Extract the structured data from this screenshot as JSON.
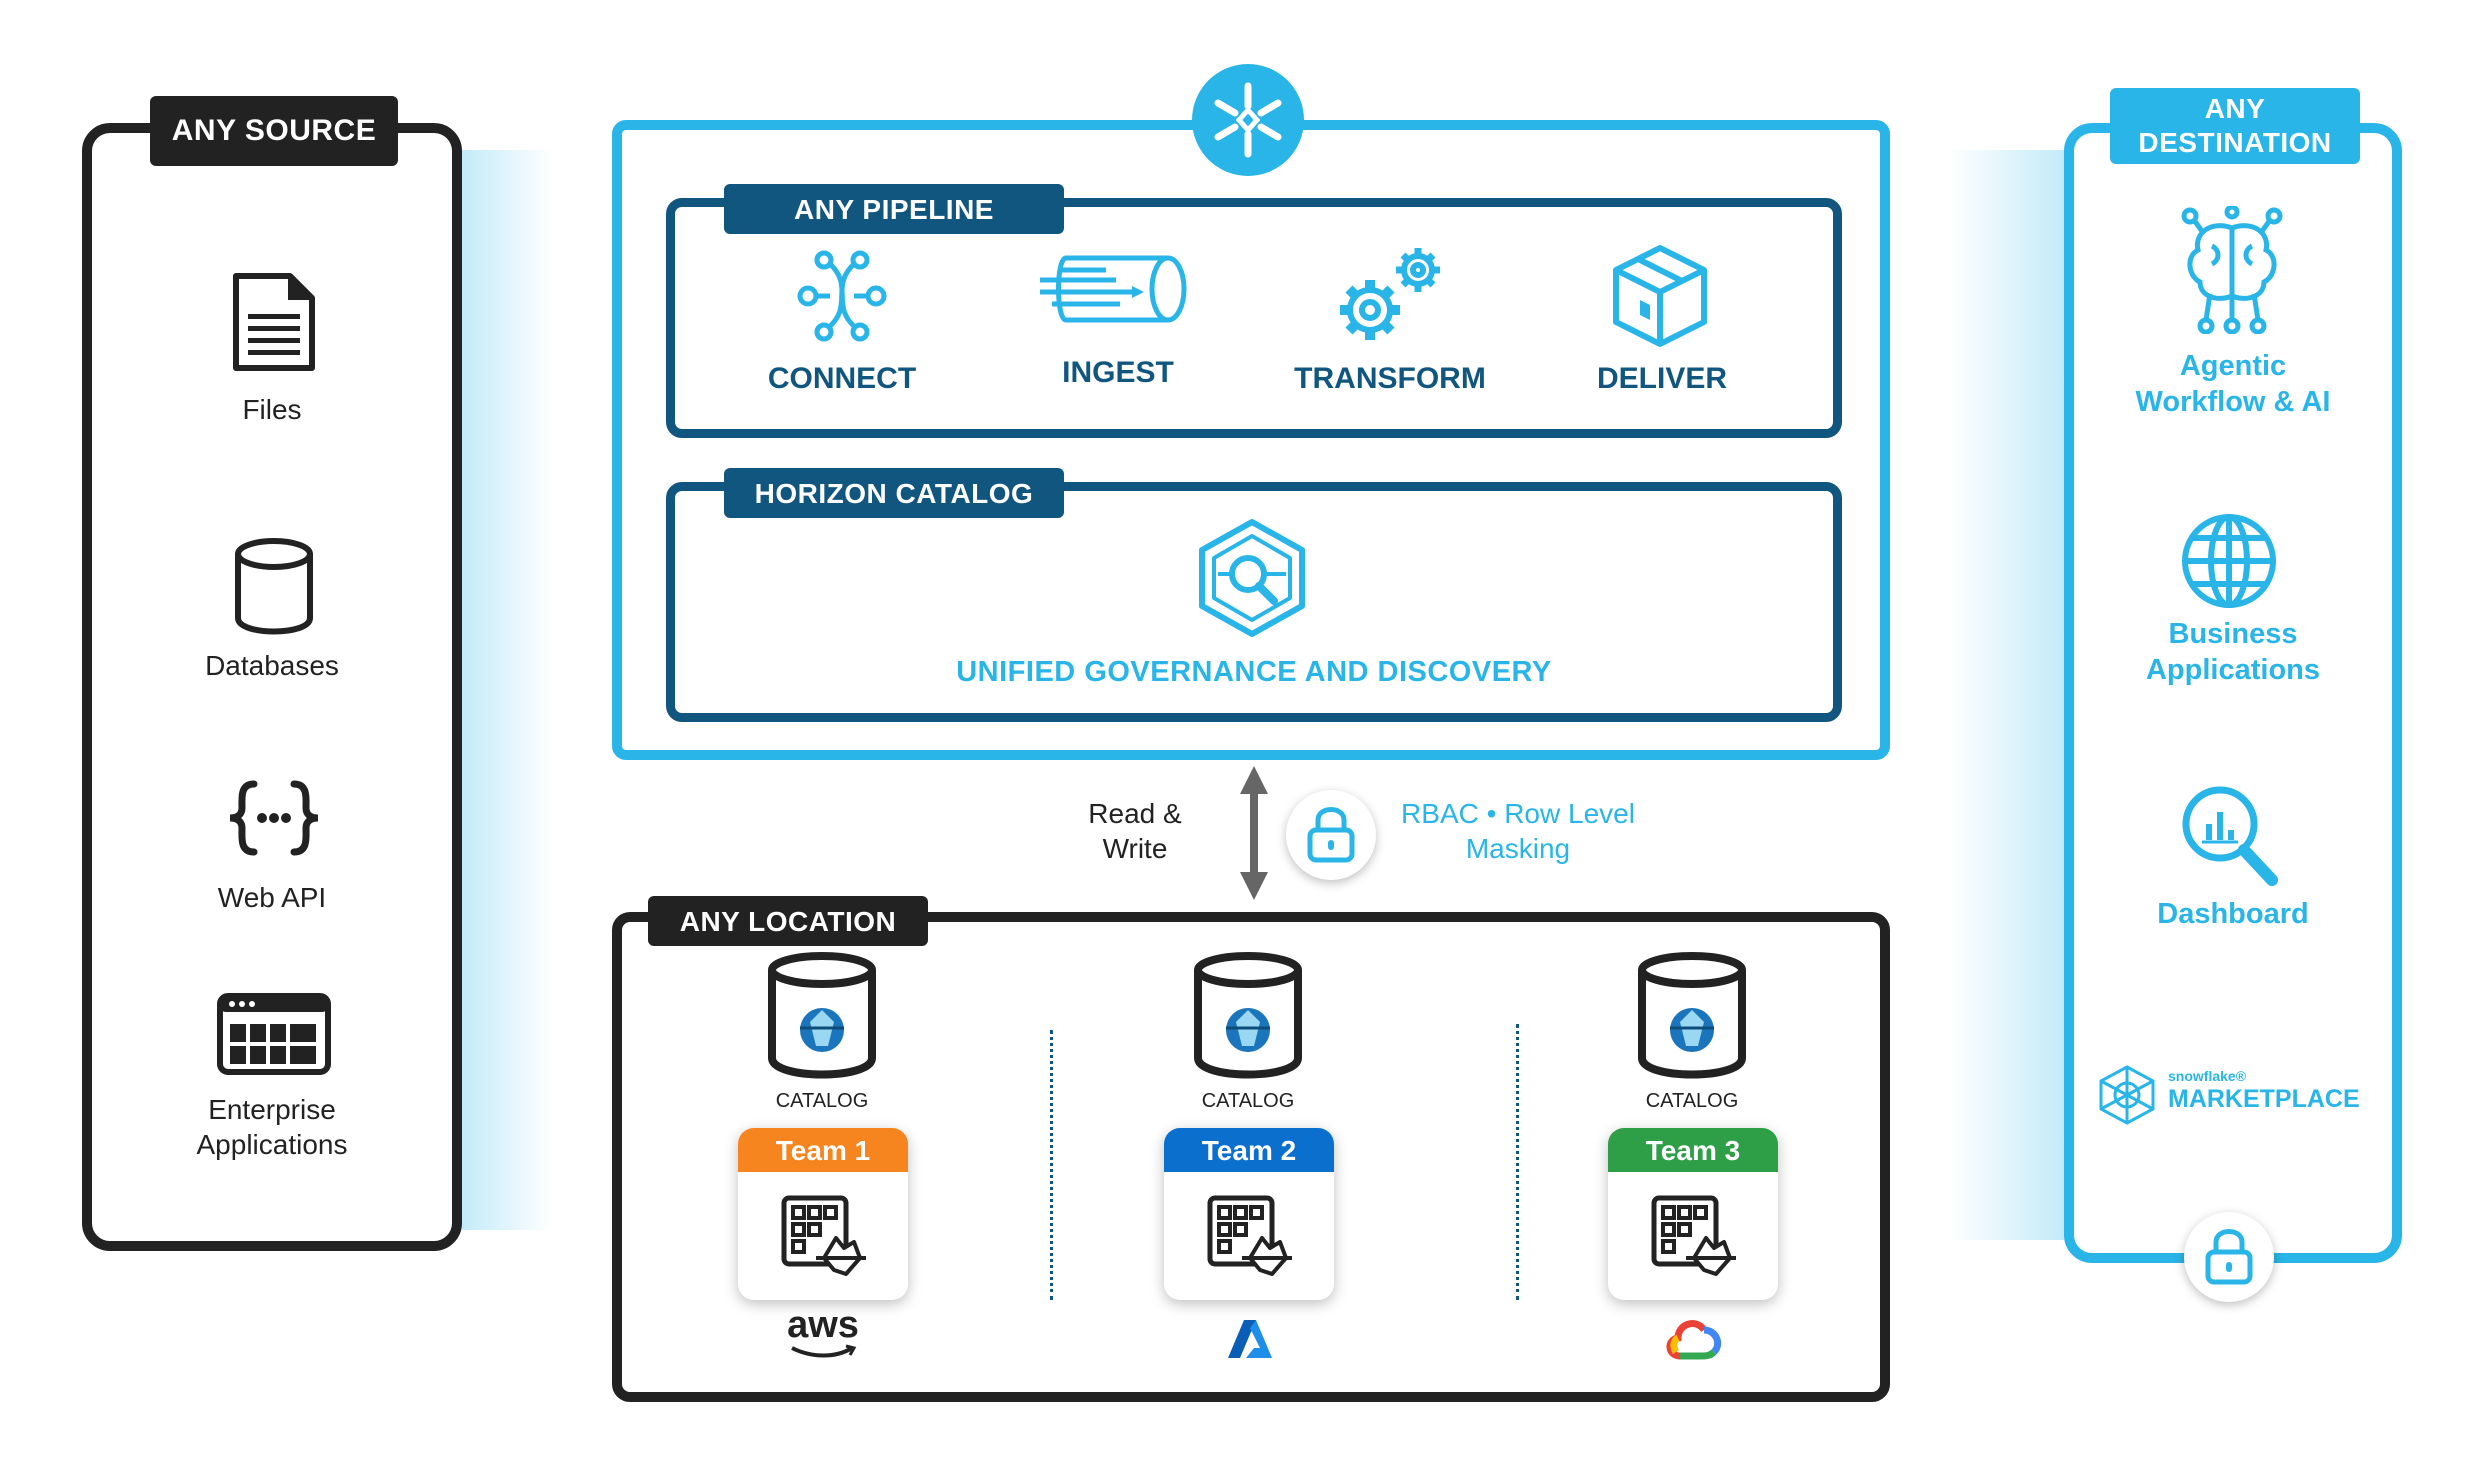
{
  "source": {
    "title": "ANY SOURCE",
    "items": [
      {
        "label": "Files",
        "icon": "document-icon"
      },
      {
        "label": "Databases",
        "icon": "database-icon"
      },
      {
        "label": "Web API",
        "icon": "api-braces-icon"
      },
      {
        "label_line1": "Enterprise",
        "label_line2": "Applications",
        "icon": "enterprise-app-icon"
      }
    ]
  },
  "pipeline": {
    "title": "ANY PIPELINE",
    "steps": [
      {
        "label": "CONNECT",
        "icon": "connect-icon"
      },
      {
        "label": "INGEST",
        "icon": "ingest-icon"
      },
      {
        "label": "TRANSFORM",
        "icon": "gears-icon"
      },
      {
        "label": "DELIVER",
        "icon": "box-icon"
      }
    ]
  },
  "horizon": {
    "title": "HORIZON CATALOG",
    "subtitle": "UNIFIED GOVERNANCE AND DISCOVERY",
    "icon": "governance-search-icon"
  },
  "access": {
    "read_write_line1": "Read &",
    "read_write_line2": "Write",
    "rbac_line1": "RBAC • Row Level",
    "rbac_line2": "Masking"
  },
  "location": {
    "title": "ANY LOCATION",
    "catalogs": [
      {
        "catalog_label": "CATALOG",
        "team": "Team 1",
        "color": "#f7851f",
        "cloud": "aws"
      },
      {
        "catalog_label": "CATALOG",
        "team": "Team 2",
        "color": "#0b6fce",
        "cloud": "azure"
      },
      {
        "catalog_label": "CATALOG",
        "team": "Team 3",
        "color": "#2e9e47",
        "cloud": "gcp"
      }
    ]
  },
  "destination": {
    "title_line1": "ANY",
    "title_line2": "DESTINATION",
    "items": [
      {
        "line1": "Agentic",
        "line2": "Workflow & AI",
        "icon": "ai-brain-icon"
      },
      {
        "line1": "Business",
        "line2": "Applications",
        "icon": "globe-icon"
      },
      {
        "line1": "Dashboard",
        "icon": "magnifier-chart-icon"
      }
    ],
    "marketplace_small": "snowflake®",
    "marketplace_big": "MARKETPLACE"
  },
  "colors": {
    "snowflake_blue": "#29b5e8",
    "navy": "#11567f",
    "dark": "#222222"
  }
}
